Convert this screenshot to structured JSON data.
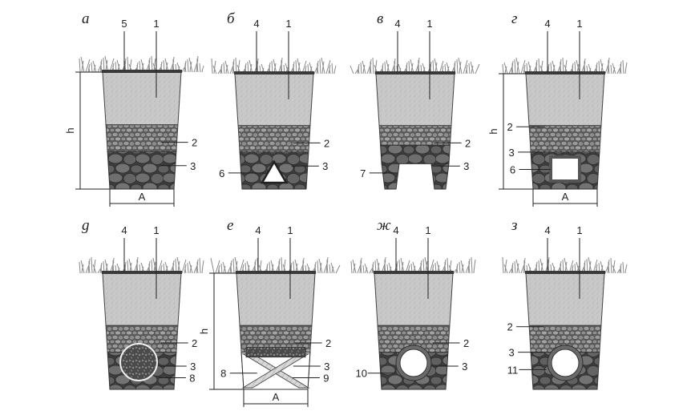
{
  "panels": [
    {
      "letter": "а",
      "top_labels": [
        "5",
        "1"
      ],
      "side_labels_right": [
        "2",
        "3"
      ],
      "side_labels_left": [],
      "dims": {
        "h": "h",
        "a": "A"
      },
      "variant": "plain"
    },
    {
      "letter": "б",
      "top_labels": [
        "4",
        "1"
      ],
      "side_labels_right": [
        "2",
        "3"
      ],
      "side_labels_left": [
        "6"
      ],
      "dims": {
        "h": "",
        "a": ""
      },
      "variant": "triangle"
    },
    {
      "letter": "в",
      "top_labels": [
        "4",
        "1"
      ],
      "side_labels_right": [
        "2",
        "3"
      ],
      "side_labels_left": [
        "7"
      ],
      "dims": {
        "h": "",
        "a": ""
      },
      "variant": "legs"
    },
    {
      "letter": "г",
      "top_labels": [
        "4",
        "1"
      ],
      "side_labels_right": [],
      "side_labels_left": [
        "2",
        "3",
        "6"
      ],
      "dims": {
        "h": "h",
        "a": "A"
      },
      "variant": "box"
    },
    {
      "letter": "g",
      "top_labels": [
        "4",
        "1"
      ],
      "side_labels_right": [
        "2",
        "3",
        "8"
      ],
      "side_labels_left": [],
      "dims": {
        "h": "",
        "a": ""
      },
      "variant": "bundle"
    },
    {
      "letter": "е",
      "top_labels": [
        "4",
        "1"
      ],
      "side_labels_right": [
        "2",
        "3",
        "9"
      ],
      "side_labels_left": [
        "8"
      ],
      "dims": {
        "h": "h",
        "a": "A"
      },
      "variant": "cross"
    },
    {
      "letter": "ж",
      "top_labels": [
        "4",
        "1"
      ],
      "side_labels_right": [
        "2",
        "3"
      ],
      "side_labels_left": [
        "10"
      ],
      "dims": {
        "h": "",
        "a": ""
      },
      "variant": "pipe"
    },
    {
      "letter": "з",
      "top_labels": [
        "4",
        "1"
      ],
      "side_labels_right": [],
      "side_labels_left": [
        "2",
        "3",
        "11"
      ],
      "dims": {
        "h": "",
        "a": ""
      },
      "variant": "pipe"
    }
  ]
}
